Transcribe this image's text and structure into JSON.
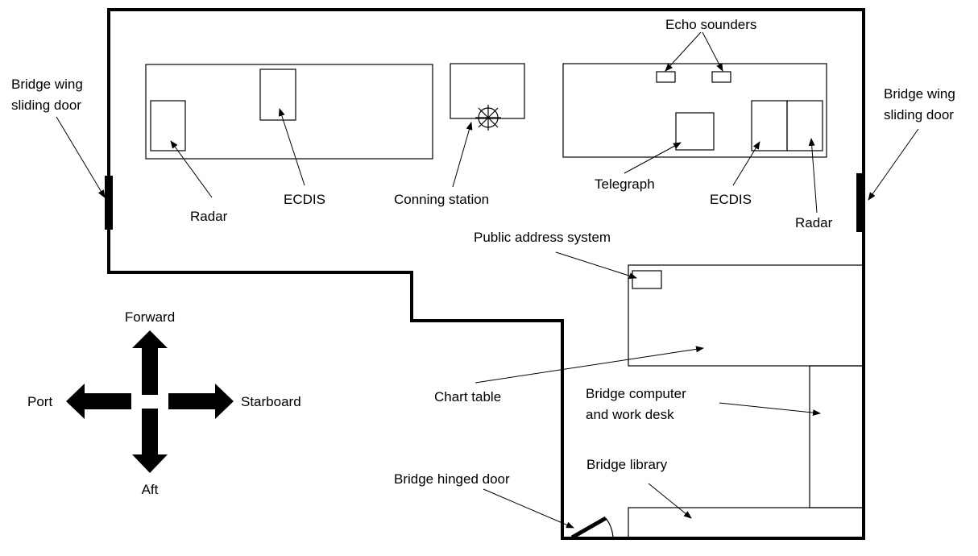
{
  "labels": {
    "bridge_wing_left_1": "Bridge wing",
    "bridge_wing_left_2": "sliding door",
    "bridge_wing_right_1": "Bridge wing",
    "bridge_wing_right_2": "sliding door",
    "echo_sounders": "Echo sounders",
    "radar_left": "Radar",
    "ecdis_left": "ECDIS",
    "conning_station": "Conning station",
    "telegraph": "Telegraph",
    "ecdis_right": "ECDIS",
    "radar_right": "Radar",
    "public_address": "Public address system",
    "chart_table": "Chart table",
    "bridge_computer_1": "Bridge computer",
    "bridge_computer_2": "and work desk",
    "bridge_library": "Bridge library",
    "bridge_hinged_door": "Bridge hinged door"
  },
  "compass": {
    "forward": "Forward",
    "aft": "Aft",
    "port": "Port",
    "starboard": "Starboard"
  },
  "colors": {
    "stroke": "#000000",
    "background": "#ffffff"
  }
}
